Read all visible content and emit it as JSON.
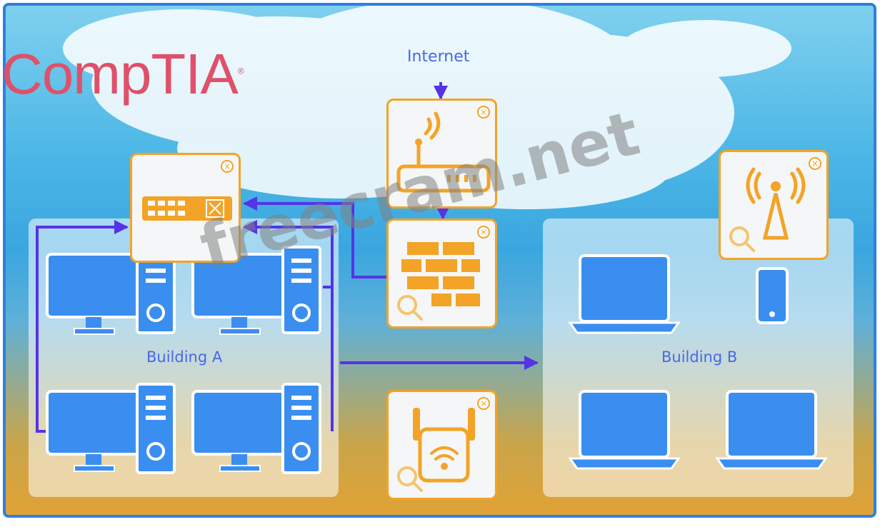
{
  "brand": {
    "name": "CompTIA",
    "mark": "®"
  },
  "labels": {
    "internet": "Internet",
    "building_a": "Building A",
    "building_b": "Building B"
  },
  "watermark": "freecram.net",
  "devices": {
    "close_glyph": "×",
    "router": {
      "icon": "router-icon"
    },
    "firewall": {
      "icon": "firewall-icon"
    },
    "switch": {
      "icon": "switch-icon"
    },
    "range_extender": {
      "icon": "wifi-extender-icon"
    },
    "wireless_ap": {
      "icon": "antenna-tower-icon"
    }
  },
  "colors": {
    "accent_orange": "#f3a326",
    "link_purple": "#5533e8",
    "label_blue": "#4a67e8",
    "device_blue": "#3a8ef0",
    "frame_blue": "#2f7fe0",
    "brand_pink": "#e0506a"
  }
}
